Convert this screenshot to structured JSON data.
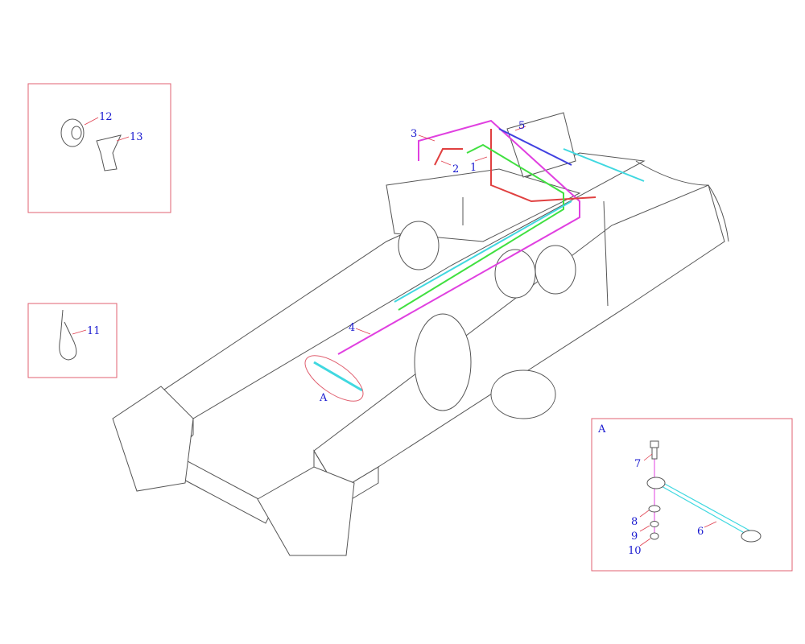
{
  "diagram": {
    "callouts": {
      "c1": "1",
      "c2": "2",
      "c3": "3",
      "c4": "4",
      "c5": "5",
      "c6": "6",
      "c7": "7",
      "c8": "8",
      "c9": "9",
      "c10": "10",
      "c11": "11",
      "c12": "12",
      "c13": "13"
    },
    "detail_ref_label": "A",
    "detail_box_title": "A"
  },
  "colors": {
    "callout_text": "#1a1ad0",
    "leader": "#e04050",
    "pipe_magenta": "#e040e0",
    "pipe_cyan": "#40d8e0",
    "pipe_green": "#40e040",
    "pipe_red": "#e04040",
    "pipe_blue": "#4040e0",
    "box_border": "#e06070"
  }
}
